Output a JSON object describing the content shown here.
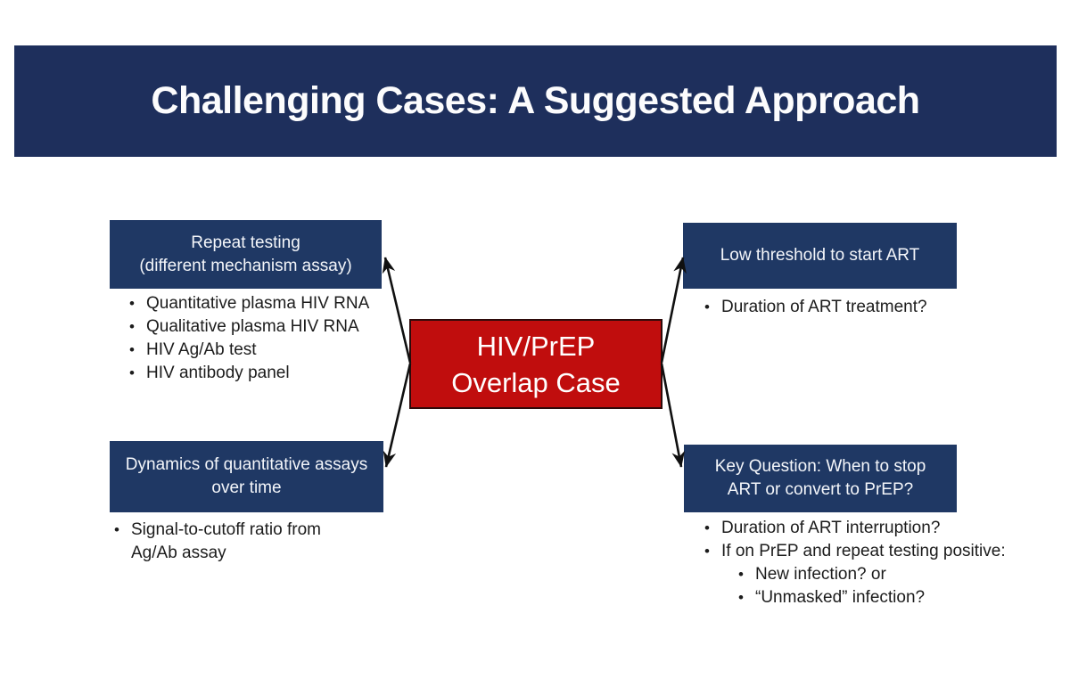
{
  "slide": {
    "title": "Challenging Cases: A Suggested Approach"
  },
  "center_box": {
    "label": "HIV/PrEP\nOverlap Case"
  },
  "boxes": {
    "top_left": {
      "heading": "Repeat testing\n(different mechanism assay)",
      "bullets": [
        "Quantitative plasma HIV RNA",
        "Qualitative plasma HIV RNA",
        "HIV Ag/Ab test",
        "HIV antibody panel"
      ]
    },
    "top_right": {
      "heading": "Low threshold to start ART",
      "bullets": [
        "Duration of ART treatment?"
      ]
    },
    "bottom_left": {
      "heading": "Dynamics of quantitative assays\nover time",
      "bullets": [
        "Signal-to-cutoff ratio from\nAg/Ab assay"
      ]
    },
    "bottom_right": {
      "heading": "Key Question: When to stop\nART or convert to PrEP?",
      "bullets": [
        "Duration of ART interruption?",
        "If on PrEP and repeat testing positive:"
      ],
      "sub_bullets": [
        "New infection? or",
        "“Unmasked” infection?"
      ]
    }
  },
  "colors": {
    "navy": "#1f3864",
    "navy_header": "#1e2f5c",
    "red": "#c00d0d",
    "text_light": "#f4f6fa",
    "text_dark": "#1c1c1c",
    "arrow": "#101010"
  }
}
